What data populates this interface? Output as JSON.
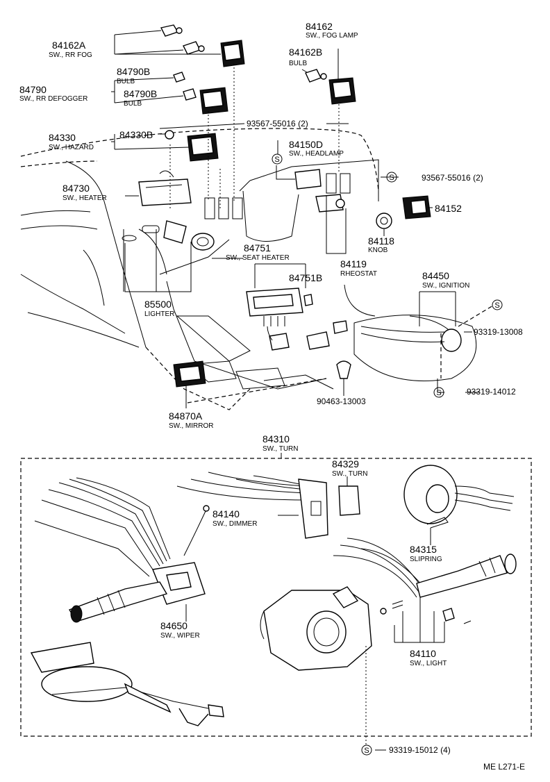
{
  "labels": {
    "p84162A": {
      "number": "84162A",
      "name": "SW., RR FOG"
    },
    "p84162": {
      "number": "84162",
      "name": "SW., FOG LAMP"
    },
    "p84162B": {
      "number": "84162B",
      "name": "BULB"
    },
    "p84790B_a": {
      "number": "84790B",
      "name": "BULB"
    },
    "p84790": {
      "number": "84790",
      "name": "SW., RR DEFOGGER"
    },
    "p84790B_b": {
      "number": "84790B",
      "name": "BULB"
    },
    "p84330": {
      "number": "84330",
      "name": "SW., HAZARD"
    },
    "p84330B": {
      "number": "84330B"
    },
    "p84150D": {
      "number": "84150D",
      "name": "SW., HEADLAMP"
    },
    "p84730": {
      "number": "84730",
      "name": "SW., HEATER"
    },
    "p84152": {
      "number": "84152"
    },
    "p84118": {
      "number": "84118",
      "name": "KNOB"
    },
    "p84751": {
      "number": "84751",
      "name": "SW., SEAT HEATER"
    },
    "p84119": {
      "number": "84119",
      "name": "RHEOSTAT"
    },
    "p84751B": {
      "number": "84751B"
    },
    "p84450": {
      "number": "84450",
      "name": "SW., IGNITION"
    },
    "p85500": {
      "number": "85500",
      "name": "LIGHTER"
    },
    "p84870A": {
      "number": "84870A",
      "name": "SW., MIRROR"
    },
    "p84310": {
      "number": "84310",
      "name": "SW., TURN"
    },
    "p84329": {
      "number": "84329",
      "name": "SW., TURN"
    },
    "p84140": {
      "number": "84140",
      "name": "SW., DIMMER"
    },
    "p84315": {
      "number": "84315",
      "name": "SLIPRING"
    },
    "p84650": {
      "number": "84650",
      "name": "SW., WIPER"
    },
    "p84110": {
      "number": "84110",
      "name": "SW., LIGHT"
    }
  },
  "screws": {
    "s1": "93567-55016 (2)",
    "s2": "93567-55016 (2)",
    "s3": "93319-13008",
    "s4": "93319-14012",
    "s5": "90463-13003",
    "s6": "93319-15012 (4)"
  },
  "screw_marker": "S",
  "footer": {
    "code": "ME L271-E"
  }
}
